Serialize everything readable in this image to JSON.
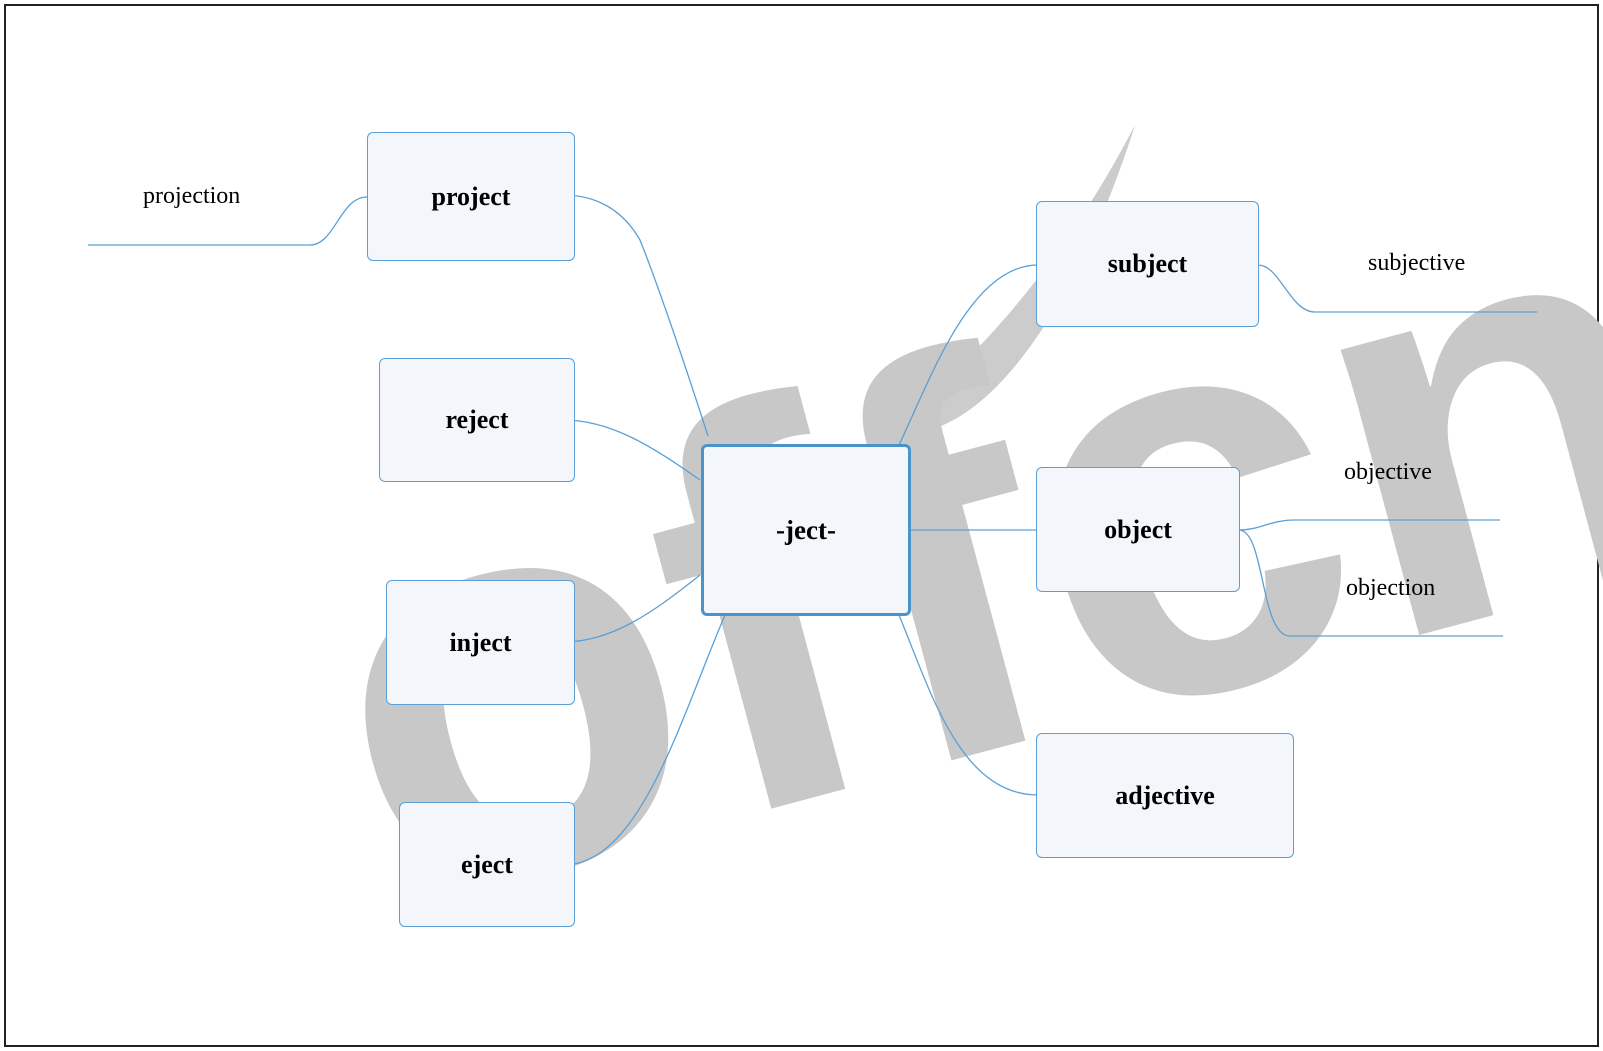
{
  "diagram": {
    "center": "-ject-",
    "branches": {
      "project": "project",
      "reject": "reject",
      "inject": "inject",
      "eject": "eject",
      "subject": "subject",
      "object": "object",
      "adjective": "adjective"
    },
    "leaves": {
      "projection": "projection",
      "subjective": "subjective",
      "objective": "objective",
      "objection": "objection"
    }
  },
  "colors": {
    "connector": "#5aa0d6",
    "node_fill": "#f3f7fb",
    "node_border": "#5aa0d6",
    "watermark": "#cccccc"
  },
  "watermark_text": "offcn"
}
